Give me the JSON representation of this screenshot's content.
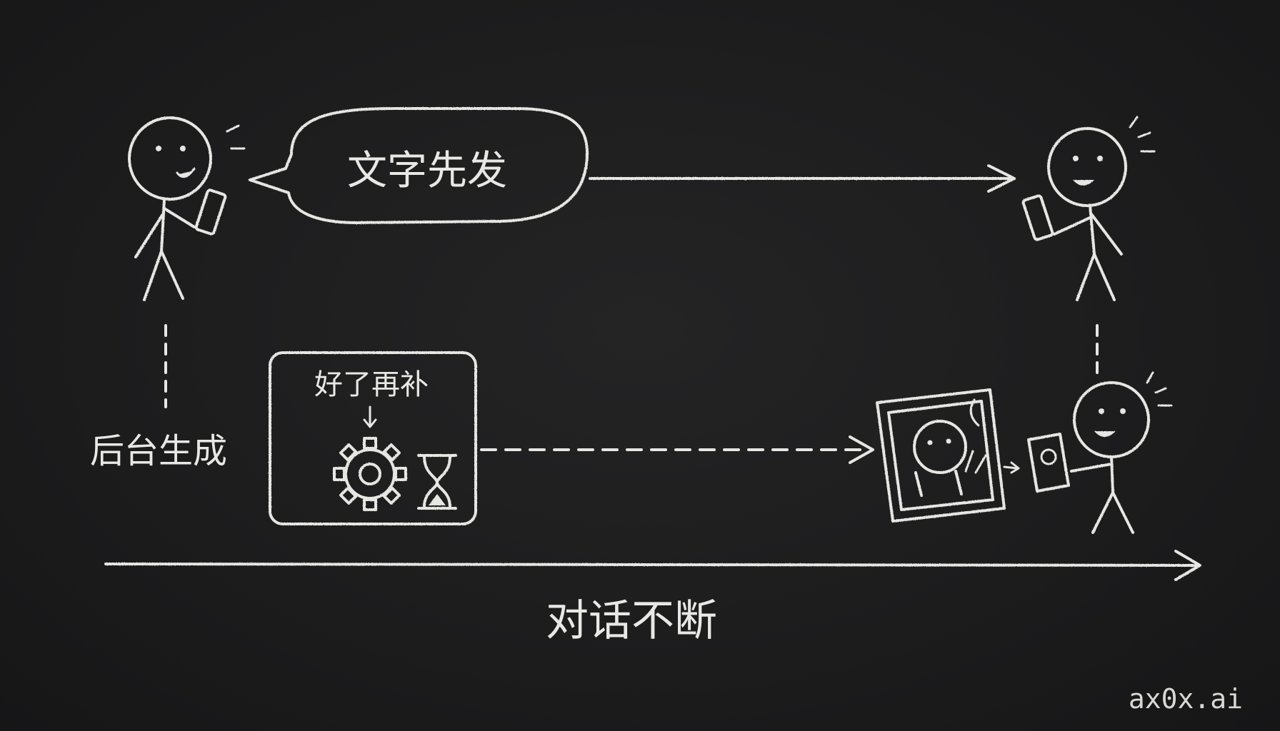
{
  "diagram": {
    "speech_bubble_text": "文字先发",
    "box_label": "好了再补",
    "side_label": "后台生成",
    "timeline_label": "对话不断",
    "watermark": "ax0x.ai"
  },
  "colors": {
    "background": "#1b1b1c",
    "chalk": "#e6e6e3"
  }
}
